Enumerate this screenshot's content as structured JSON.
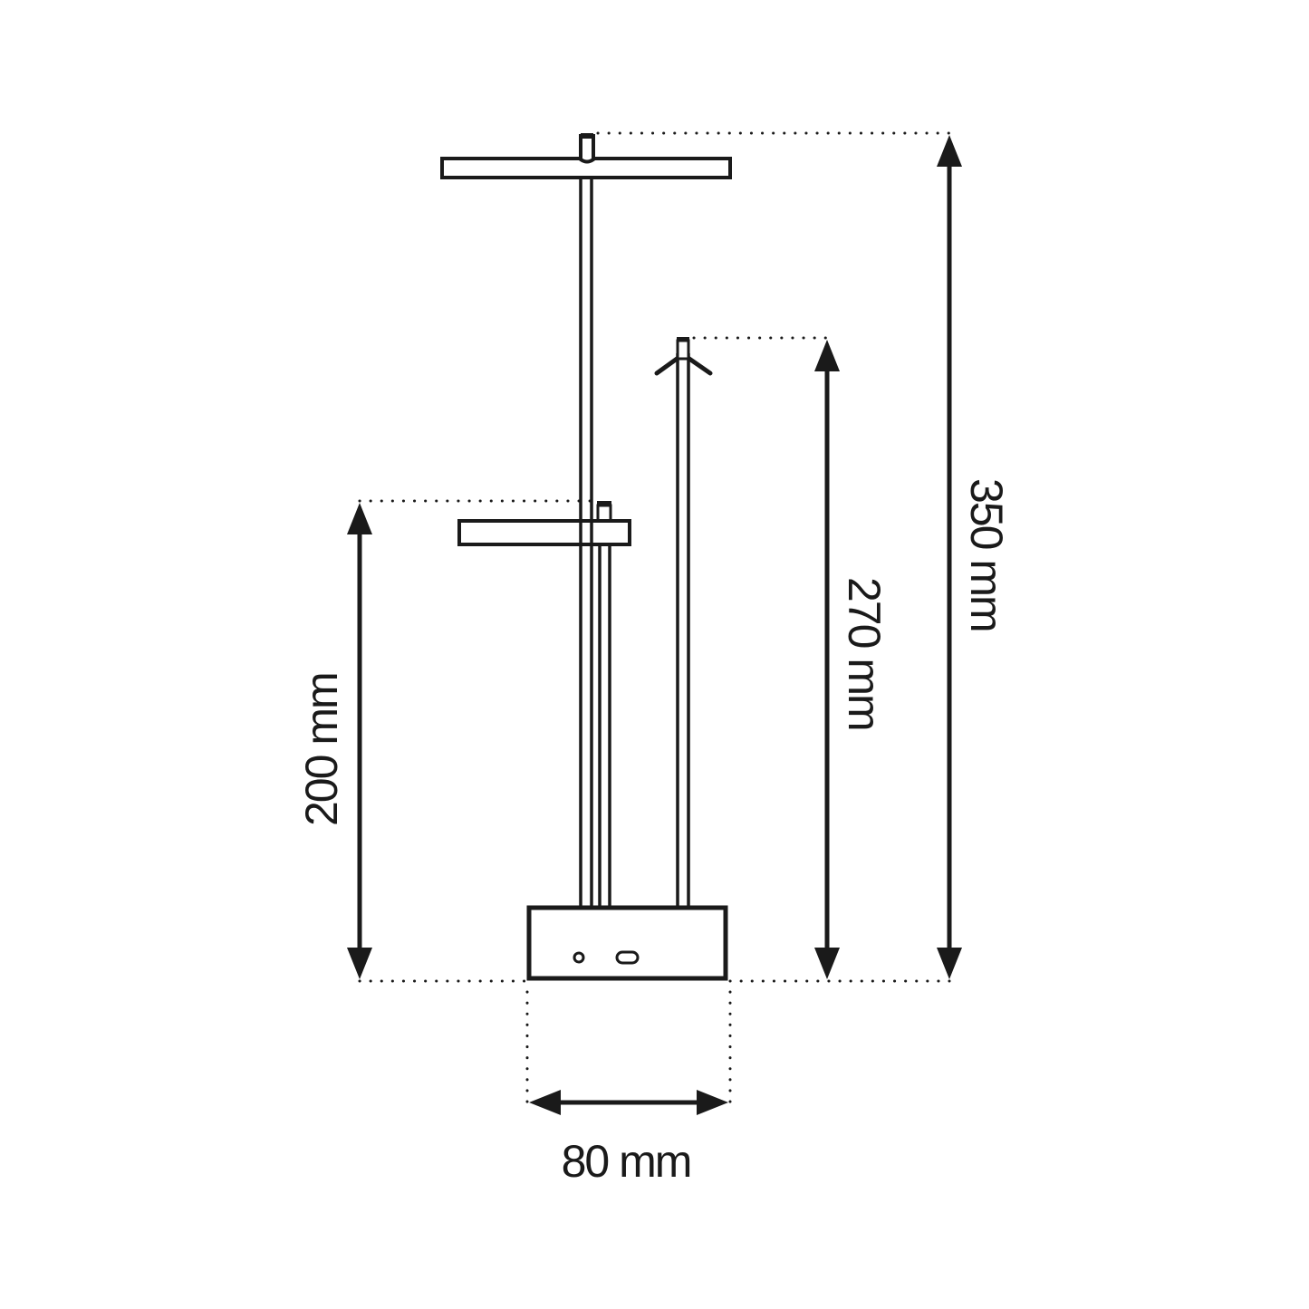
{
  "diagram": {
    "subject": "Table lamp dimension drawing",
    "dimensions": {
      "total_height": {
        "label": "350 mm",
        "value": 350,
        "unit": "mm"
      },
      "mid_height": {
        "label": "270 mm",
        "value": 270,
        "unit": "mm"
      },
      "low_height": {
        "label": "200 mm",
        "value": 200,
        "unit": "mm"
      },
      "base_width": {
        "label": "80 mm",
        "value": 80,
        "unit": "mm"
      }
    },
    "parts": {
      "upper_shade": "Upper lamp head (extended position)",
      "lower_shade": "Lower lamp head (retracted position)",
      "folded_head": "Folded lamp head (mid position)",
      "base": "Base with button and USB port",
      "button": "Power button",
      "usb_port": "USB charging port"
    },
    "colors": {
      "line": "#1a1a1a",
      "background": "#ffffff"
    }
  }
}
